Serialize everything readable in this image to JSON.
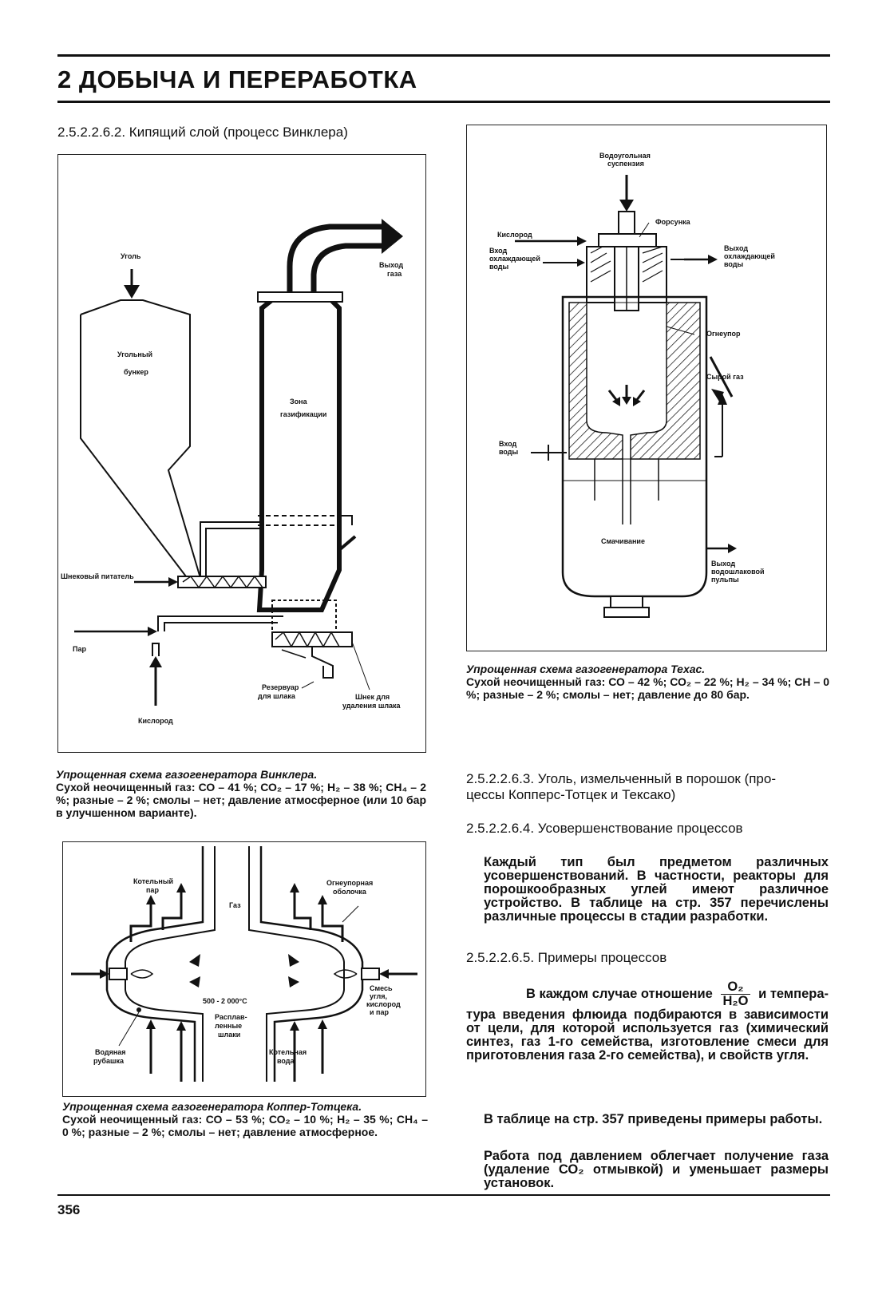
{
  "header": {
    "chapter_title": "2 ДОБЫЧА И ПЕРЕРАБОТКА"
  },
  "sections": {
    "s1": "2.5.2.2.6.2. Кипящий слой (процесс Винклера)",
    "s3": "2.5.2.2.6.3. Уголь, измельченный в порошок (про-\nцессы Копперс-Тотцек и Тексако)",
    "s4": "2.5.2.2.6.4. Усовершенствование процессов",
    "s5": "2.5.2.2.6.5. Примеры процессов"
  },
  "figures": {
    "winkler": {
      "labels": {
        "coal": "Уголь",
        "gas_out": "Выход\nгаза",
        "bunker": "Угольный\nбункер",
        "zone": "Зона\nгазификации",
        "feeder": "Шнековый питатель",
        "steam": "Пар",
        "oxygen": "Кислород",
        "slag_tank": "Резервуар\nдля шлака",
        "slag_screw": "Шнек для\nудаления шлака"
      },
      "caption_title": "Упрощенная схема газогенератора Винклера.",
      "caption_text": "Сухой неочищенный газ: СО – 41 %; СО₂ – 17 %; Н₂ – 38 %; СН₄ – 2 %; разные – 2 %; смолы – нет; давление атмосферное (или 10 бар в улучшенном варианте)."
    },
    "texaco": {
      "labels": {
        "slurry": "Водоугольная\nсуспензия",
        "nozzle": "Форсунка",
        "oxygen": "Кислород",
        "cool_in": "Вход\nохлаждающей\nводы",
        "cool_out": "Выход\nохлаждающей\nводы",
        "refractory": "Огнеупор",
        "raw_gas": "Сырой газ",
        "water_in": "Вход\nводы",
        "wetting": "Смачивание",
        "pulp_out": "Выход\nводошлаковой\nпульпы"
      },
      "caption_title": "Упрощенная схема газогенератора Texac.",
      "caption_text": "Сухой неочищенный газ: СО – 42 %; СО₂ – 22 %; Н₂ – 34 %; СН – 0 %; разные – 2 %; смолы – нет; давление до 80 бар."
    },
    "koppers": {
      "labels": {
        "boiler_steam": "Котельный\nпар",
        "gas": "Газ",
        "refractory_shell": "Огнеупорная\nоболочка",
        "temp": "500 - 2 000°С",
        "mixture": "Смесь\nугля,\nкислород\nи пар",
        "molten_slag": "Расплав-\nленные\nшлаки",
        "water_jacket": "Водяная\nрубашка",
        "boiler_water": "Котельная\nвода"
      },
      "caption_title": "Упрощенная схема газогенератора Коппер-Тотцека.",
      "caption_text": "Сухой неочищенный газ: СО – 53 %; СО₂ – 10 %; Н₂ – 35 %; СН₄ – 0 %; разные – 2 %; смолы – нет; давление атмосферное."
    }
  },
  "body": {
    "para1": "Каждый тип был предметом различных усовершенствований. В частности, реакторы для порошкообразных углей имеют различное устройство. В таблице на стр. 357 перечислены различные процессы в стадии разработки.",
    "ratio_before": "В каждом случае отношение",
    "ratio_num": "O₂",
    "ratio_den": "H₂O",
    "ratio_after": "и темпера-",
    "para2_cont": "тура введения флюида подбираются в зависимости от цели, для которой используется газ (химический синтез, газ 1-го семейства, изготовление смеси для приготовления газа 2-го семейства), и свойств угля.",
    "para3": "В таблице на стр. 357 приведены примеры работы.",
    "para4": "Работа под давлением облегчает получение газа (удаление СО₂ отмывкой) и уменьшает размеры установок."
  },
  "footer": {
    "page_number": "356"
  }
}
